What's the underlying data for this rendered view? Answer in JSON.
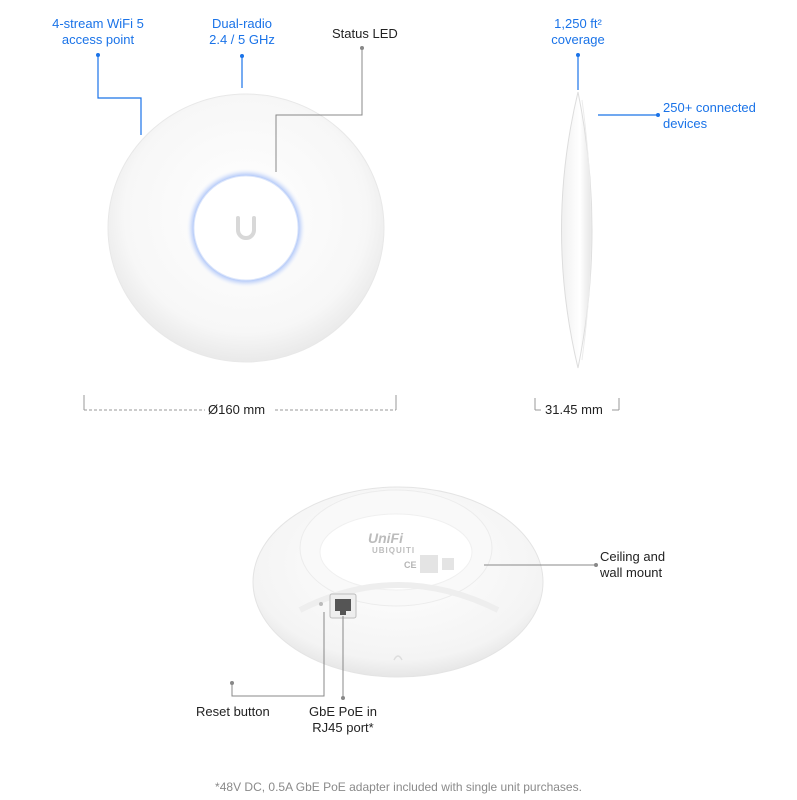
{
  "labels": {
    "wifi": [
      "4-stream WiFi 5",
      "access point"
    ],
    "radio": [
      "Dual-radio",
      "2.4 / 5 GHz"
    ],
    "status_led": "Status LED",
    "coverage": [
      "1,250 ft²",
      "coverage"
    ],
    "devices": [
      "250+ connected",
      "devices"
    ],
    "diameter": "Ø160 mm",
    "depth": "31.45 mm",
    "mount": [
      "Ceiling and",
      "wall mount"
    ],
    "reset": "Reset button",
    "port": [
      "GbE PoE in",
      "RJ45 port*"
    ]
  },
  "footnote": "*48V DC, 0.5A GbE PoE adapter included with single unit purchases.",
  "device_text": {
    "brand": "UniFi",
    "maker": "UBIQUITI",
    "cert": "CE"
  },
  "colors": {
    "accent": "#1a73e8",
    "led_ring": "#5b8cf0",
    "device_body": "#f6f6f6"
  }
}
